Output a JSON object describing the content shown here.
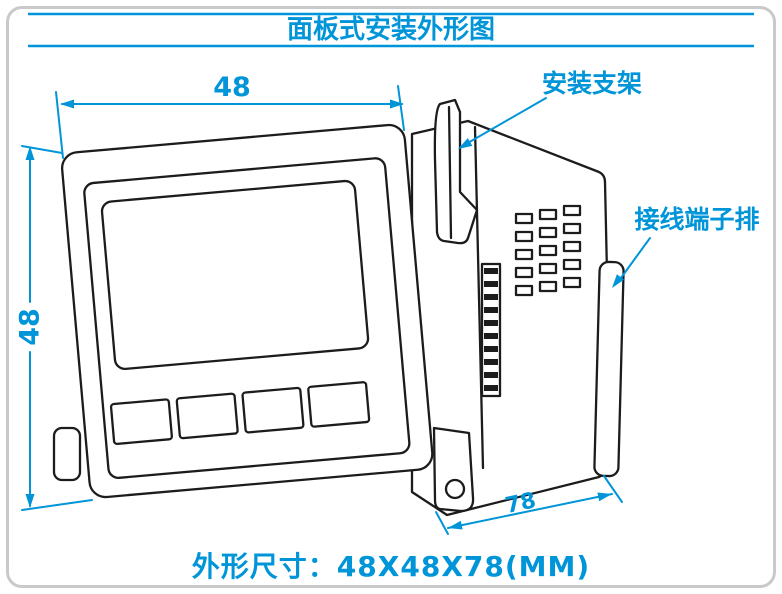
{
  "header": {
    "title": "面板式安装外形图"
  },
  "annotations": {
    "bracket_label": "安装支架",
    "terminal_label": "接线端子排"
  },
  "dimensions": {
    "width_mm": "48",
    "height_mm": "48",
    "depth_mm": "78"
  },
  "footer": {
    "size_caption": "外形尺寸：48X48X78(MM)"
  },
  "colors": {
    "accent_blue": "#0095d8",
    "drawing_black": "#1c1c1c",
    "frame_gray": "#c9c9c9"
  }
}
